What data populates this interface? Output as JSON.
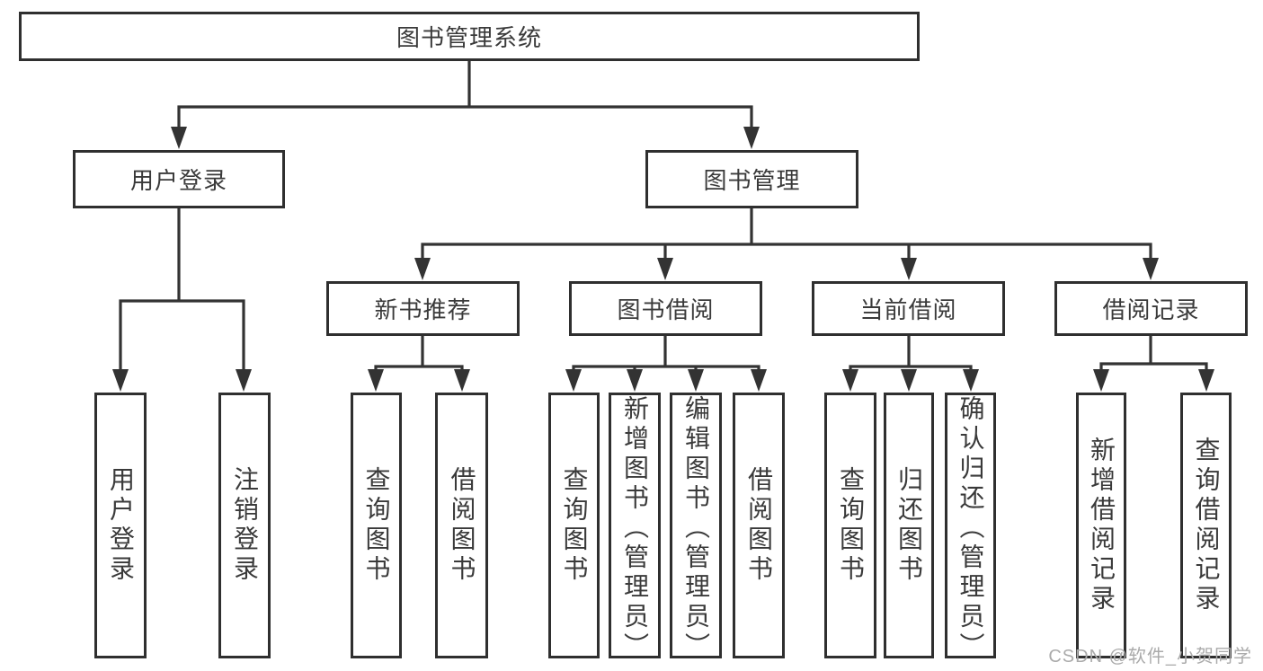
{
  "diagram": {
    "root": {
      "label": "图书管理系统"
    },
    "level2": {
      "user_login": "用户登录",
      "book_management": "图书管理"
    },
    "level3": {
      "new_book_recommend": "新书推荐",
      "book_borrow": "图书借阅",
      "current_borrow": "当前借阅",
      "borrow_record": "借阅记录"
    },
    "leaves": {
      "user_login": [
        "用户登录",
        "注销登录"
      ],
      "new_book_recommend": [
        "查询图书",
        "借阅图书"
      ],
      "book_borrow": [
        "查询图书",
        "新增图书（管理员）",
        "编辑图书（管理员）",
        "借阅图书"
      ],
      "current_borrow": [
        "查询图书",
        "归还图书",
        "确认归还（管理员）"
      ],
      "borrow_record": [
        "新增借阅记录",
        "查询借阅记录"
      ]
    },
    "watermark": "CSDN @软件_小贺同学",
    "colors": {
      "border": "#2f2f2f",
      "connector": "#333333",
      "text": "#3a3a3a",
      "watermark": "#ababab",
      "background": "#ffffff"
    }
  }
}
